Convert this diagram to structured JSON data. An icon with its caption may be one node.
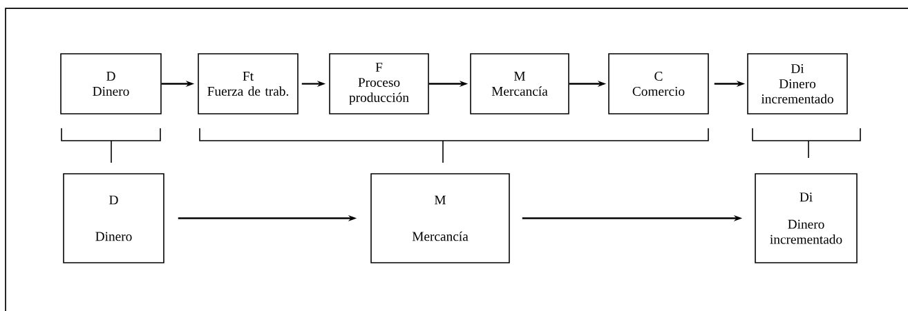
{
  "diagram": {
    "nodes": [
      {
        "text": [
          "D",
          "Dinero"
        ]
      },
      {
        "text": [
          "Ft",
          "Fuerza de trab."
        ]
      },
      {
        "text": [
          "F",
          "Proceso producción"
        ]
      },
      {
        "text": [
          "M",
          "Mercancía"
        ]
      },
      {
        "text": [
          "C",
          "Comercio"
        ]
      },
      {
        "text": [
          "Di",
          "Dinero incrementado"
        ]
      },
      {
        "text": [
          "D",
          "Dinero"
        ]
      },
      {
        "text": [
          "M",
          "Mercancía"
        ]
      },
      {
        "text": [
          "Di",
          "Dinero incrementado"
        ]
      }
    ],
    "edges": [
      {
        "from": 0,
        "to": 1,
        "arrow": "to"
      },
      {
        "from": 1,
        "to": 2,
        "arrow": "to"
      },
      {
        "from": 2,
        "to": 3,
        "arrow": "to"
      },
      {
        "from": 3,
        "to": 4,
        "arrow": "to"
      },
      {
        "from": 4,
        "to": 5,
        "arrow": "to"
      },
      {
        "from": 6,
        "to": 7,
        "arrow": "to"
      },
      {
        "from": 7,
        "to": 8,
        "arrow": "to"
      }
    ]
  }
}
